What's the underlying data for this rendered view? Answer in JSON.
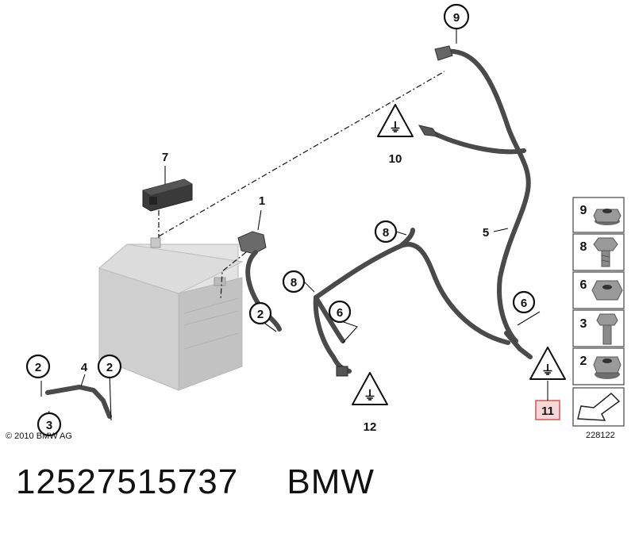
{
  "callouts": {
    "c9_top": "9",
    "c10": "10",
    "c7": "7",
    "c1": "1",
    "c8_upper": "8",
    "c8_lower": "8",
    "c5": "5",
    "c2_battery": "2",
    "c6_mid": "6",
    "c6_right": "6",
    "c2_left": "2",
    "c4": "4",
    "c2_right": "2",
    "c3": "3",
    "c12": "12",
    "c11": "11"
  },
  "hardware_panel": {
    "items": [
      {
        "number": "9",
        "icon": "flange-nut-icon"
      },
      {
        "number": "8",
        "icon": "hex-bolt-icon"
      },
      {
        "number": "6",
        "icon": "hex-nut-icon"
      },
      {
        "number": "3",
        "icon": "bolt-icon"
      },
      {
        "number": "2",
        "icon": "flange-nut-icon"
      }
    ],
    "arrow_icon": "direction-arrow-icon"
  },
  "copyright": "© 2010 BMW AG",
  "diagram_id": "228122",
  "caption": {
    "part_number": "12527515737",
    "brand": "BMW"
  },
  "colors": {
    "highlight_border": "#d9534f",
    "highlight_fill": "#f6d6d6",
    "battery_fill": "#d9d9d9",
    "cable": "#4a4a4a"
  }
}
